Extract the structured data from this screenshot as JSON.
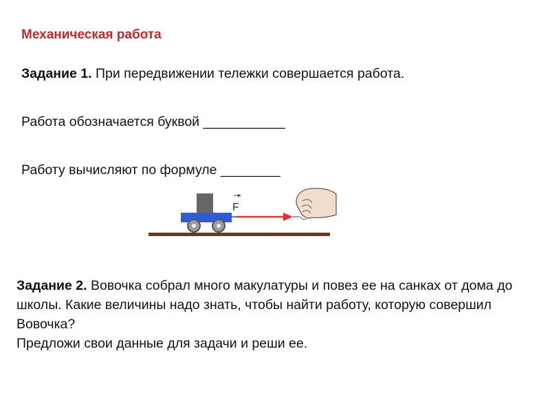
{
  "title": "Механическая работа",
  "task1": {
    "label": "Задание 1.",
    "text": "При передвижении тележки совершается работа.",
    "line2": "Работа обозначается буквой ___________",
    "line3": "Работу вычисляют по формуле ________"
  },
  "illustration": {
    "force_label": "F",
    "colors": {
      "cart": "#2f5bd6",
      "cargo": "#666666",
      "wheel": "#999999",
      "arrow": "#e03030",
      "ground": "#6b3a1a",
      "hand": "#f2dccd"
    }
  },
  "task2": {
    "label": "Задание 2.",
    "text": "Вовочка собрал много макулатуры и повез ее на санках от дома до школы. Какие величины надо знать, чтобы найти работу, которую совершил Вовочка?",
    "line2": "Предложи свои данные для задачи и реши ее."
  }
}
